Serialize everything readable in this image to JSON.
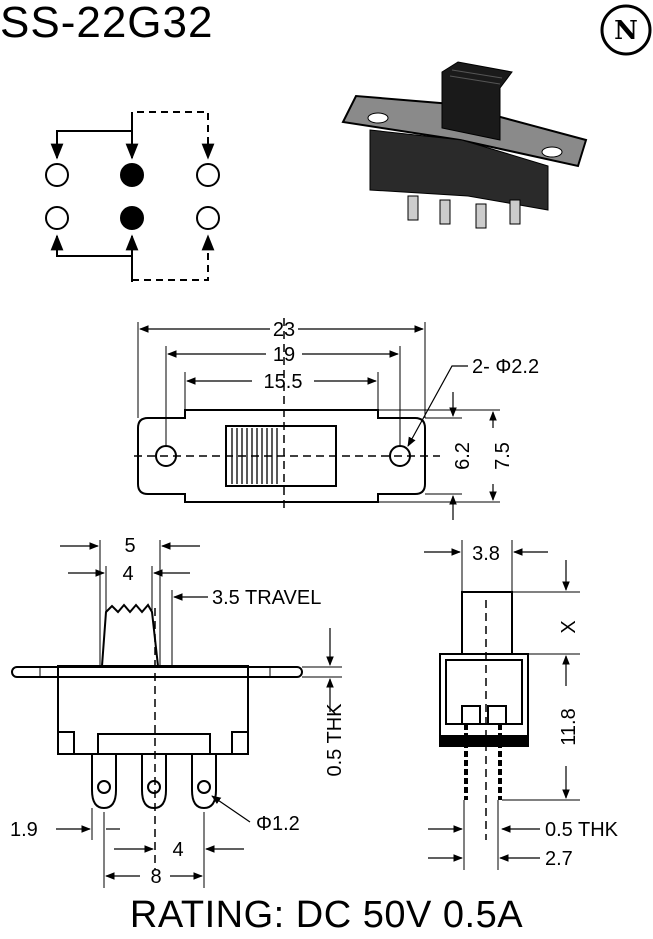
{
  "title": "SS-22G32",
  "logo_letter": "N",
  "rating": "RATING: DC 50V 0.5A",
  "top_view": {
    "dim_overall": "23",
    "dim_holes": "19",
    "dim_slot": "15.5",
    "hole_callout": "2- Φ2.2",
    "dim_inner_height": "6.2",
    "dim_outer_height": "7.5"
  },
  "front_view": {
    "dim_actuator_outer": "5",
    "dim_actuator_inner": "4",
    "travel": "3.5 TRAVEL",
    "thickness": "0.5 THK",
    "pin_diameter": "Φ1.2",
    "dim_pin_offset": "1.9",
    "dim_pin_pitch": "4",
    "dim_pin_span": "8"
  },
  "side_view": {
    "dim_width": "3.8",
    "dim_x": "X",
    "dim_height": "11.8",
    "thickness": "0.5 THK",
    "dim_bottom": "2.7"
  },
  "icons": [
    "logo-circle-n",
    "switch-product-photo",
    "schematic-dot"
  ]
}
